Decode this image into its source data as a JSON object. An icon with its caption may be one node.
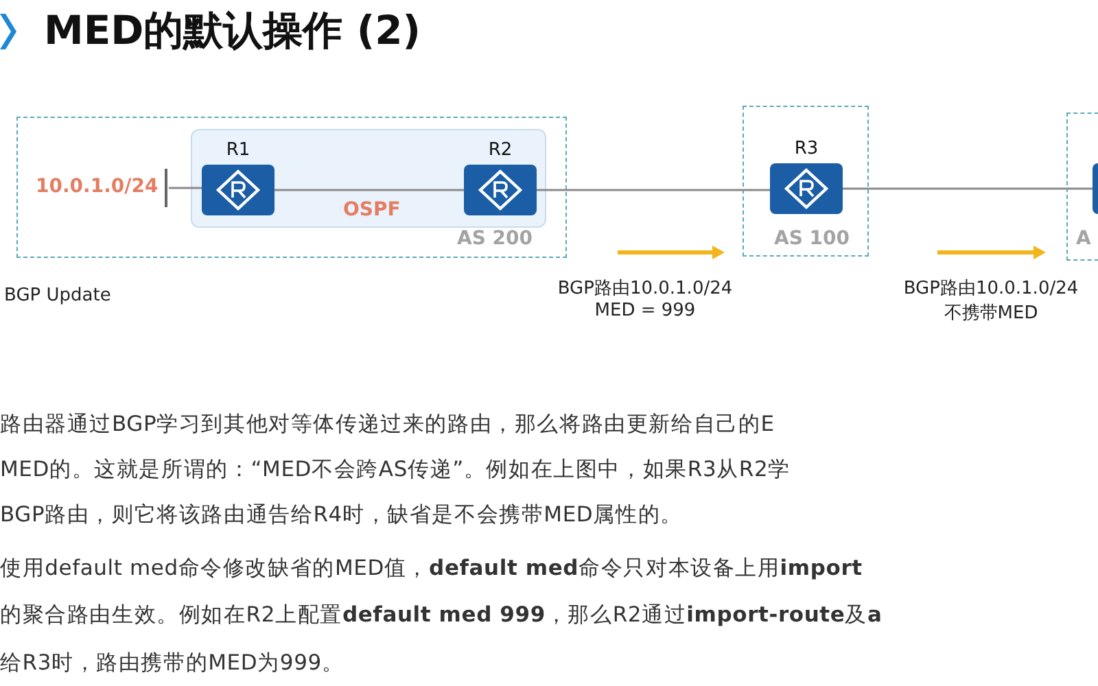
{
  "diagram": {
    "title": "MED的默认操作 (2)",
    "nodes": [
      {
        "text": [
          "AS 200"
        ]
      },
      {
        "text": [
          "OSPF"
        ],
        "in": 0
      },
      {
        "text": [
          "R1"
        ],
        "in": 1
      },
      {
        "text": [
          "R2"
        ],
        "in": 1
      },
      {
        "text": [
          "AS 100"
        ]
      },
      {
        "text": [
          "R3"
        ],
        "in": 4
      },
      {
        "text": [
          "A"
        ]
      },
      {
        "text": [],
        "shape": "box",
        "in": 6
      },
      {
        "text": [
          "10.0.1.0/24"
        ],
        "in": 0
      }
    ],
    "edges": [
      {
        "from": 8,
        "to": 2,
        "arrow": "none"
      },
      {
        "from": 2,
        "to": 3,
        "arrow": "none"
      },
      {
        "from": 3,
        "to": 5,
        "arrow": "none"
      },
      {
        "from": 5,
        "to": 7,
        "arrow": "none"
      }
    ],
    "labels": [
      "BGP Update",
      "BGP路由10.0.1.0/24",
      "MED = 999",
      "BGP路由10.0.1.0/24",
      "不携带MED",
      "路由器通过BGP学习到其他对等体传递过来的路由，那么将路由更新给自己的E",
      "MED的。这就是所谓的：“MED不会跨AS传递”。例如在上图中，如果R3从R2学",
      "BGP路由，则它将该路由通告给R4时，缺省是不会携带MED属性的。",
      "使用default med命令修改缺省的MED值，**default med**命令只对本设备上用**import**",
      "的聚合路由生效。例如在R2上配置**default med 999**，那么R2通过**import-route**及**a**",
      "给R3时，路由携带的MED为999。"
    ]
  }
}
